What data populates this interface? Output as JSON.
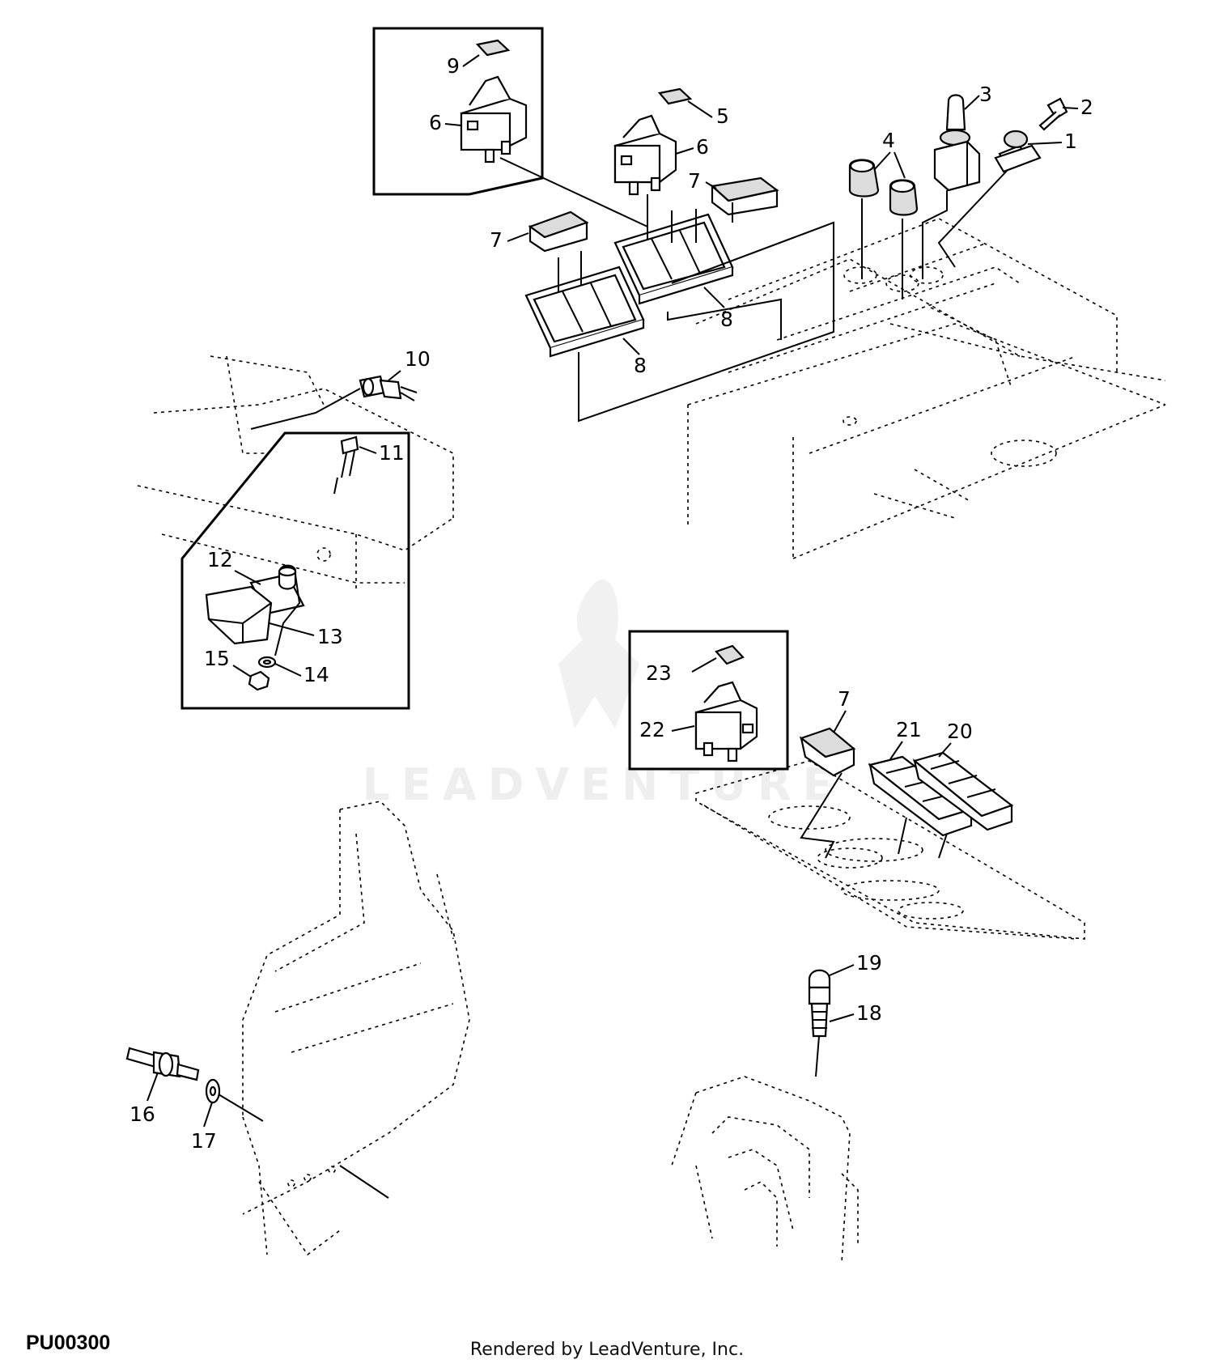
{
  "diagram": {
    "figure_code": "PU00300",
    "credit": "Rendered by LeadVenture, Inc.",
    "watermark": "LEADVENTURE",
    "callouts": [
      "1",
      "2",
      "3",
      "4",
      "5",
      "6",
      "6",
      "7",
      "7",
      "7",
      "8",
      "8",
      "9",
      "10",
      "11",
      "12",
      "13",
      "14",
      "15",
      "16",
      "17",
      "18",
      "19",
      "20",
      "21",
      "22",
      "23"
    ]
  }
}
